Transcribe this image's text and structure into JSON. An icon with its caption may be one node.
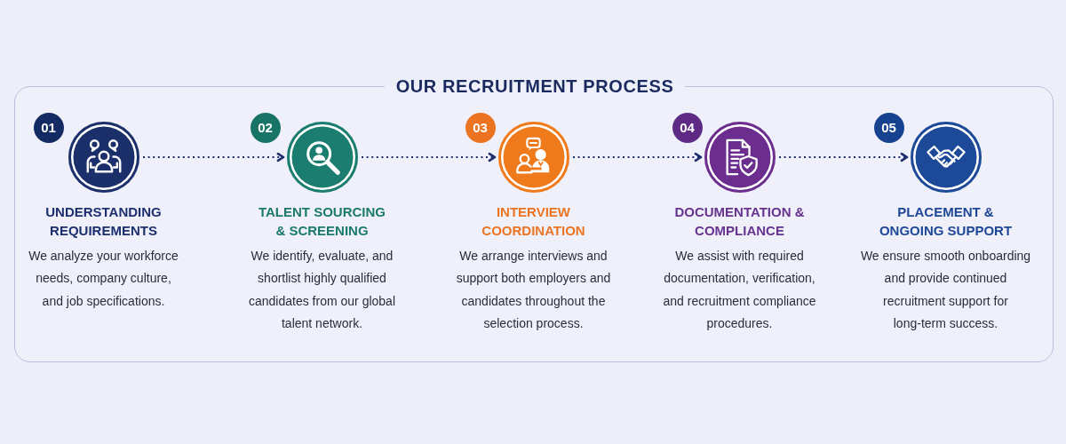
{
  "diagram": {
    "nodes": [
      {
        "text": [
          "OUR RECRUITMENT PROCESS"
        ]
      },
      {
        "text": [
          "01"
        ],
        "in": 0
      },
      {
        "text": [],
        "shape": "circle",
        "in": 0,
        "beside": [
          "UNDERSTANDING REQUIREMENTS",
          "We analyze your workforce needs, company culture, and job specifications."
        ]
      },
      {
        "text": [
          "02"
        ],
        "in": 0
      },
      {
        "text": [],
        "shape": "circle",
        "in": 0,
        "beside": [
          "TALENT SOURCING & SCREENING",
          "We identify, evaluate, and shortlist highly qualified candidates from our global talent network."
        ]
      },
      {
        "text": [
          "03"
        ],
        "in": 0
      },
      {
        "text": [],
        "shape": "circle",
        "in": 0,
        "beside": [
          "INTERVIEW COORDINATION",
          "We arrange interviews and support both employers and candidates throughout the selection process."
        ]
      },
      {
        "text": [
          "04"
        ],
        "in": 0
      },
      {
        "text": [],
        "shape": "circle",
        "in": 0,
        "beside": [
          "DOCUMENTATION & COMPLIANCE",
          "We assist with required documentation, verification, and recruitment compliance procedures."
        ]
      },
      {
        "text": [
          "05"
        ],
        "in": 0
      },
      {
        "text": [],
        "shape": "circle",
        "in": 0,
        "beside": [
          "PLACEMENT & ONGOING SUPPORT",
          "We ensure smooth onboarding and provide continued recruitment support for long-term success."
        ]
      }
    ],
    "edges": [
      {
        "from": 2,
        "to": 4,
        "arrow": "to",
        "style": "dashed"
      },
      {
        "from": 4,
        "to": 6,
        "arrow": "to",
        "style": "dashed"
      },
      {
        "from": 6,
        "to": 8,
        "arrow": "to",
        "style": "dashed"
      },
      {
        "from": 8,
        "to": 10,
        "arrow": "to",
        "style": "dashed"
      }
    ]
  }
}
